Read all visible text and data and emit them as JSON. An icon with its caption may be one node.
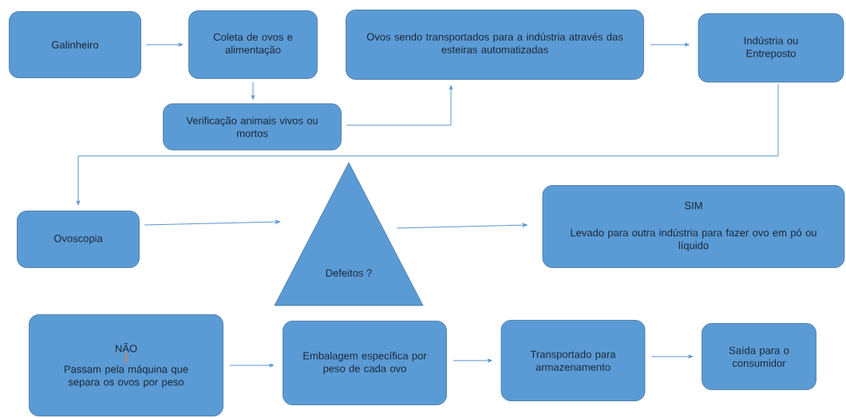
{
  "diagram": {
    "nodes": [
      {
        "text": [
          "Galinheiro"
        ]
      },
      {
        "text": [
          "Coleta de ovos e alimentação"
        ]
      },
      {
        "text": [
          "Verificação animais vivos ou mortos"
        ]
      },
      {
        "text": [
          "Ovos sendo transportados para a indústria através das esteiras automatizadas"
        ]
      },
      {
        "text": [
          "Indústria ou Entreposto"
        ]
      },
      {
        "text": [
          "Ovoscopia"
        ]
      },
      {
        "text": [
          "Defeitos ?"
        ]
      },
      {
        "text": [
          "SIM",
          "Levado para outra indústria para fazer ovo em pó ou líquido"
        ]
      },
      {
        "text": [
          "NÃO",
          "Passam pela máquina que separa os ovos por peso"
        ]
      },
      {
        "text": [
          "Embalagem específica por peso de cada ovo"
        ]
      },
      {
        "text": [
          "Transportado para armazenamento"
        ]
      },
      {
        "text": [
          "Saída para o consumidor"
        ]
      }
    ],
    "edges": [
      {
        "from": 0,
        "to": 1,
        "arrow": "to"
      },
      {
        "from": 1,
        "to": 2,
        "arrow": "to"
      },
      {
        "from": 2,
        "to": 3,
        "arrow": "to"
      },
      {
        "from": 3,
        "to": 4,
        "arrow": "to"
      },
      {
        "from": 4,
        "to": 5,
        "arrow": "to"
      },
      {
        "from": 5,
        "to": 6,
        "arrow": "to"
      },
      {
        "from": 6,
        "to": 7,
        "arrow": "to"
      },
      {
        "from": 8,
        "to": 9,
        "arrow": "to"
      },
      {
        "from": 9,
        "to": 10,
        "arrow": "to"
      },
      {
        "from": 10,
        "to": 11,
        "arrow": "to"
      }
    ]
  }
}
